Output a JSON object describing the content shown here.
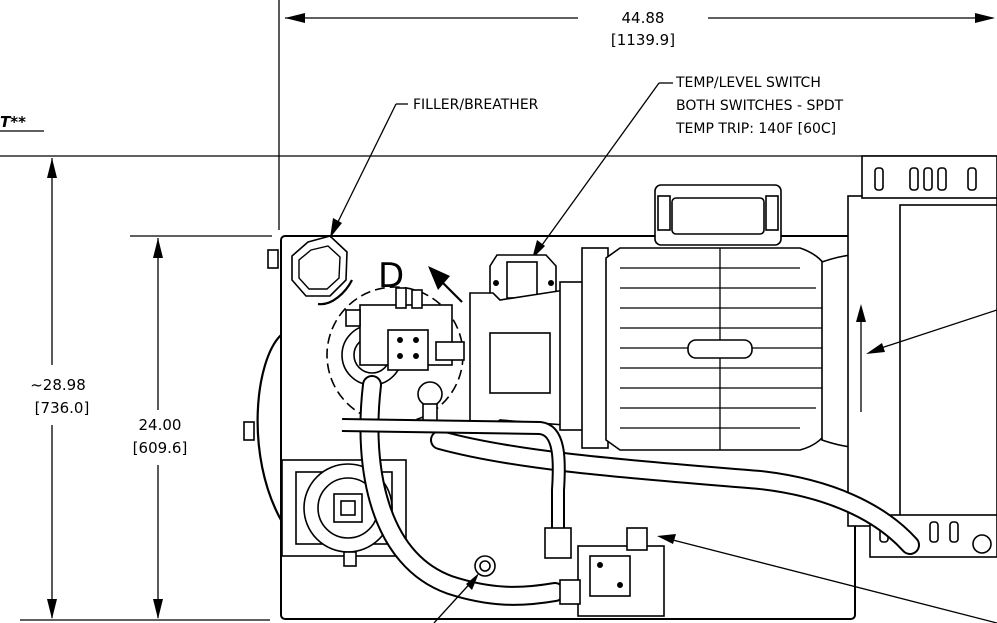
{
  "header_fragment": "T**",
  "dimensions": {
    "overall_width": {
      "value": "44.88",
      "metric": "[1139.9]"
    },
    "overall_depth": {
      "value": "~28.98",
      "metric": "[736.0]"
    },
    "tank_depth": {
      "value": "24.00",
      "metric": "[609.6]"
    }
  },
  "callouts": {
    "filler_breather": "FILLER/BREATHER",
    "temp_level_switch": {
      "line1": "TEMP/LEVEL SWITCH",
      "line2": "BOTH SWITCHES - SPDT",
      "line3": "TEMP TRIP: 140F [60C]"
    }
  },
  "view_label": "D"
}
